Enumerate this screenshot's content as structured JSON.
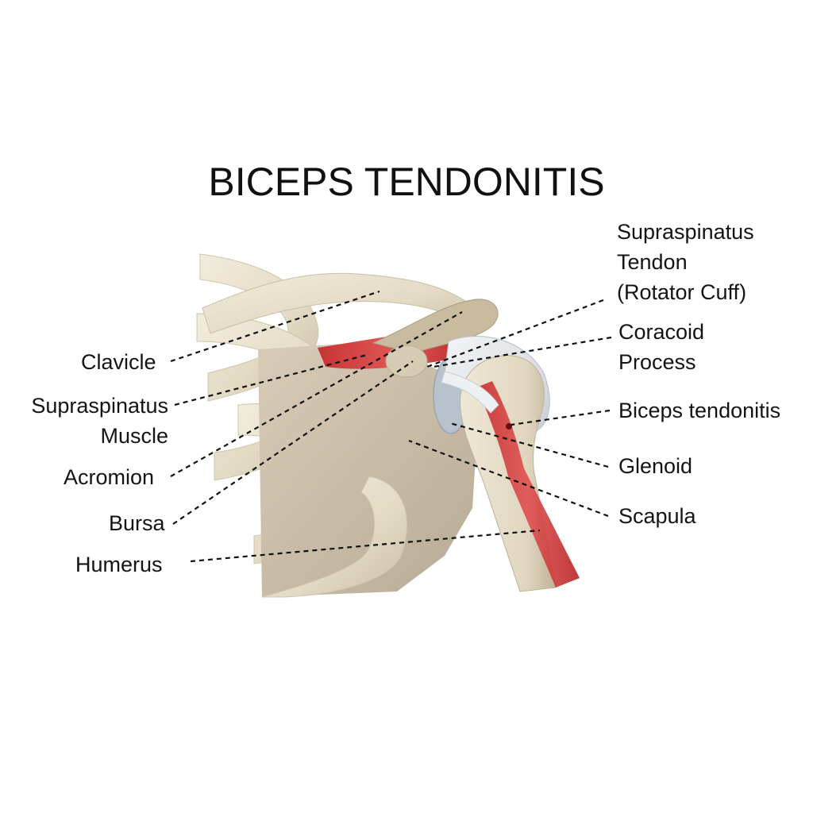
{
  "title": "BICEPS TENDONITIS",
  "labels": {
    "clavicle": "Clavicle",
    "supraspinatus_muscle_1": "Supraspinatus",
    "supraspinatus_muscle_2": "Muscle",
    "acromion": "Acromion",
    "bursa": "Bursa",
    "humerus": "Humerus",
    "supraspinatus_tendon_1": "Supraspinatus",
    "supraspinatus_tendon_2": "Tendon",
    "supraspinatus_tendon_3": "(Rotator Cuff)",
    "coracoid_1": "Coracoid",
    "coracoid_2": "Process",
    "biceps_tendonitis": "Biceps tendonitis",
    "glenoid": "Glenoid",
    "scapula": "Scapula"
  },
  "colors": {
    "bone": "#e8e0cc",
    "bone_shade": "#c9bfa6",
    "scapula": "#cbbfac",
    "muscle": "#d93a3a",
    "tendon": "#e6e9ee",
    "cartilage": "#b9c2cc"
  }
}
